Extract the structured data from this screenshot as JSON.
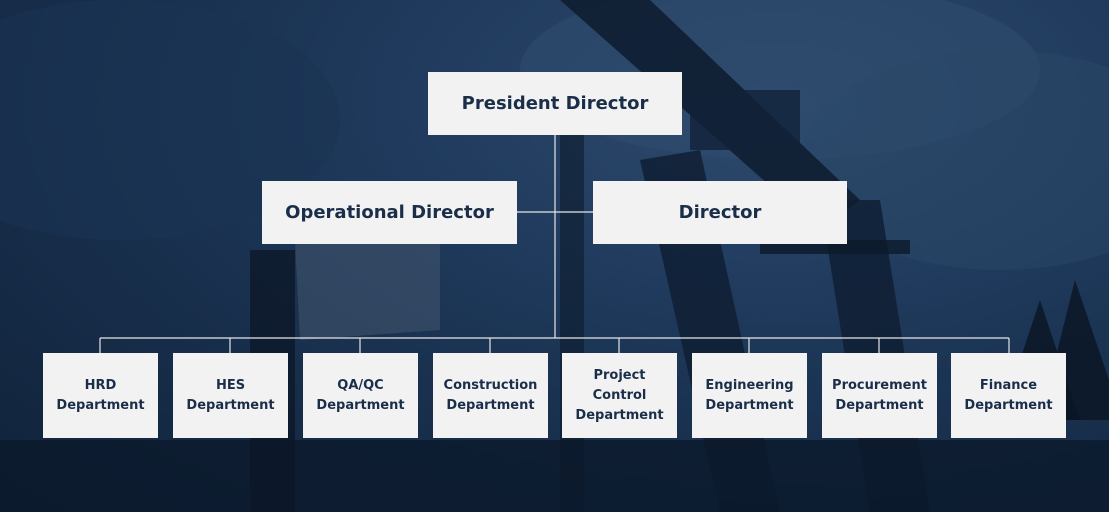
{
  "colors": {
    "background": "#1f3a5c",
    "box": "#f2f2f2",
    "text": "#1a2e4a",
    "connector": "#e6e6e6"
  },
  "president": {
    "label": "President Director"
  },
  "directors": {
    "operational": "Operational Director",
    "director": "Director"
  },
  "departments": [
    {
      "label": "HRD\nDepartment"
    },
    {
      "label": "HES\nDepartment"
    },
    {
      "label": "QA/QC\nDepartment"
    },
    {
      "label": "Construction\nDepartment"
    },
    {
      "label": "Project\nControl\nDepartment"
    },
    {
      "label": "Engineering\nDepartment"
    },
    {
      "label": "Procurement\nDepartment"
    },
    {
      "label": "Finance\nDepartment"
    }
  ]
}
